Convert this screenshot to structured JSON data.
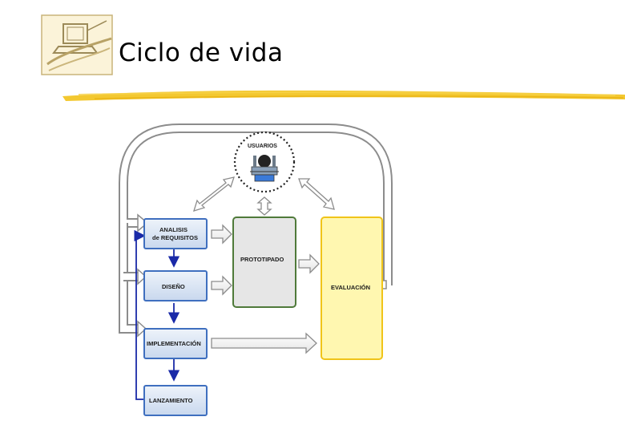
{
  "slide": {
    "title": "Ciclo de vida"
  },
  "diagram": {
    "users_label": "USUARIOS",
    "stages": {
      "requisitos_line1": "ANALISIS",
      "requisitos_line2": "de REQUISITOS",
      "diseno": "DISEÑO",
      "implementacion": "IMPLEMENTACIÓN",
      "lanzamiento": "LANZAMIENTO",
      "prototipado": "PROTOTIPADO",
      "evaluacion": "EVALUACIÓN"
    },
    "colors": {
      "stage_fill": "#dbe6f4",
      "stage_border": "#3f6fbf",
      "prototype_fill": "#e6e6e6",
      "prototype_border": "#4f7a3a",
      "evaluation_fill": "#fff7b0",
      "evaluation_border": "#f0c419",
      "flow_line": "#1a2aa8",
      "outline_arrow": "#8c8c8c",
      "title_rule": "#f2c21a"
    },
    "icons": {
      "logo": "computer-logo-icon",
      "users": "user-at-computer-icon"
    }
  }
}
